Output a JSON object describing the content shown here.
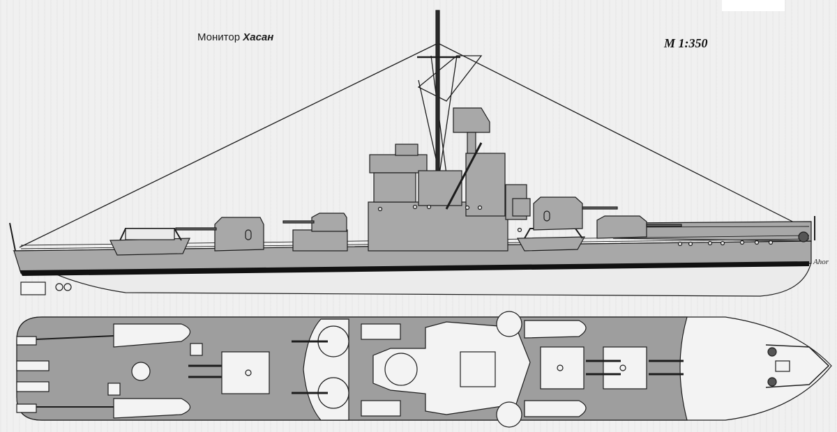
{
  "drawing": {
    "title_prefix": "Монитор",
    "title_name": "Хасан",
    "scale": "М 1:350",
    "signature": "Ahor",
    "views": [
      "side-profile",
      "deck-plan"
    ],
    "colors": {
      "hull": "#a6a6a6",
      "deck": "#9c9c9c",
      "line": "#1c1c1c",
      "boot_top": "#111111",
      "background": "#f0f0f0"
    }
  }
}
